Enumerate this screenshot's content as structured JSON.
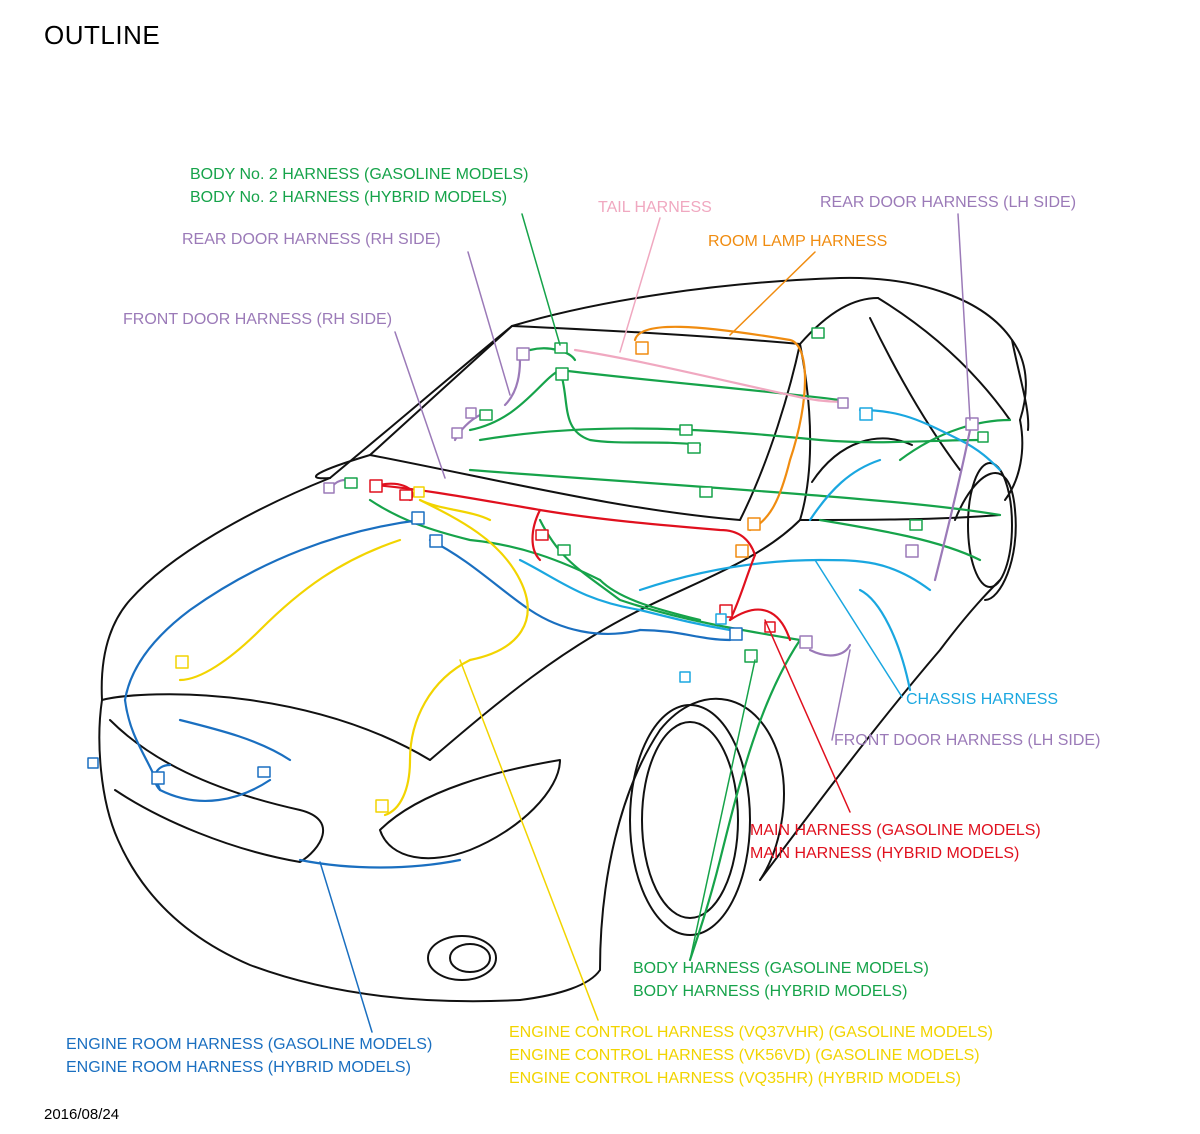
{
  "title": "OUTLINE",
  "date": "2016/08/24",
  "colors": {
    "body_green": "#16a34a",
    "main_red": "#e0101e",
    "chassis_cyan": "#1aa7e0",
    "engine_room_blue": "#1a6fc0",
    "engine_control_yellow": "#f2d400",
    "door_purple": "#9b7ab8",
    "tail_pink": "#f0a8c0",
    "room_lamp_orange": "#f08c10",
    "outline_black": "#111111"
  },
  "labels": {
    "body_no2": [
      "BODY No. 2 HARNESS (GASOLINE MODELS)",
      "BODY No. 2 HARNESS (HYBRID MODELS)"
    ],
    "tail": [
      "TAIL HARNESS"
    ],
    "rear_door_lh": [
      "REAR DOOR HARNESS (LH SIDE)"
    ],
    "room_lamp": [
      "ROOM LAMP HARNESS"
    ],
    "rear_door_rh": [
      "REAR DOOR HARNESS (RH SIDE)"
    ],
    "front_door_rh": [
      "FRONT DOOR HARNESS (RH SIDE)"
    ],
    "chassis": [
      "CHASSIS HARNESS"
    ],
    "front_door_lh": [
      "FRONT DOOR HARNESS (LH SIDE)"
    ],
    "main": [
      "MAIN HARNESS (GASOLINE MODELS)",
      "MAIN HARNESS (HYBRID MODELS)"
    ],
    "body": [
      "BODY HARNESS (GASOLINE MODELS)",
      "BODY HARNESS (HYBRID MODELS)"
    ],
    "engine_room": [
      "ENGINE ROOM HARNESS (GASOLINE MODELS)",
      "ENGINE ROOM HARNESS (HYBRID MODELS)"
    ],
    "engine_control": [
      "ENGINE CONTROL HARNESS (VQ37VHR) (GASOLINE MODELS)",
      "ENGINE CONTROL HARNESS (VK56VD) (GASOLINE MODELS)",
      "ENGINE CONTROL HARNESS (VQ35HR) (HYBRID MODELS)"
    ]
  }
}
